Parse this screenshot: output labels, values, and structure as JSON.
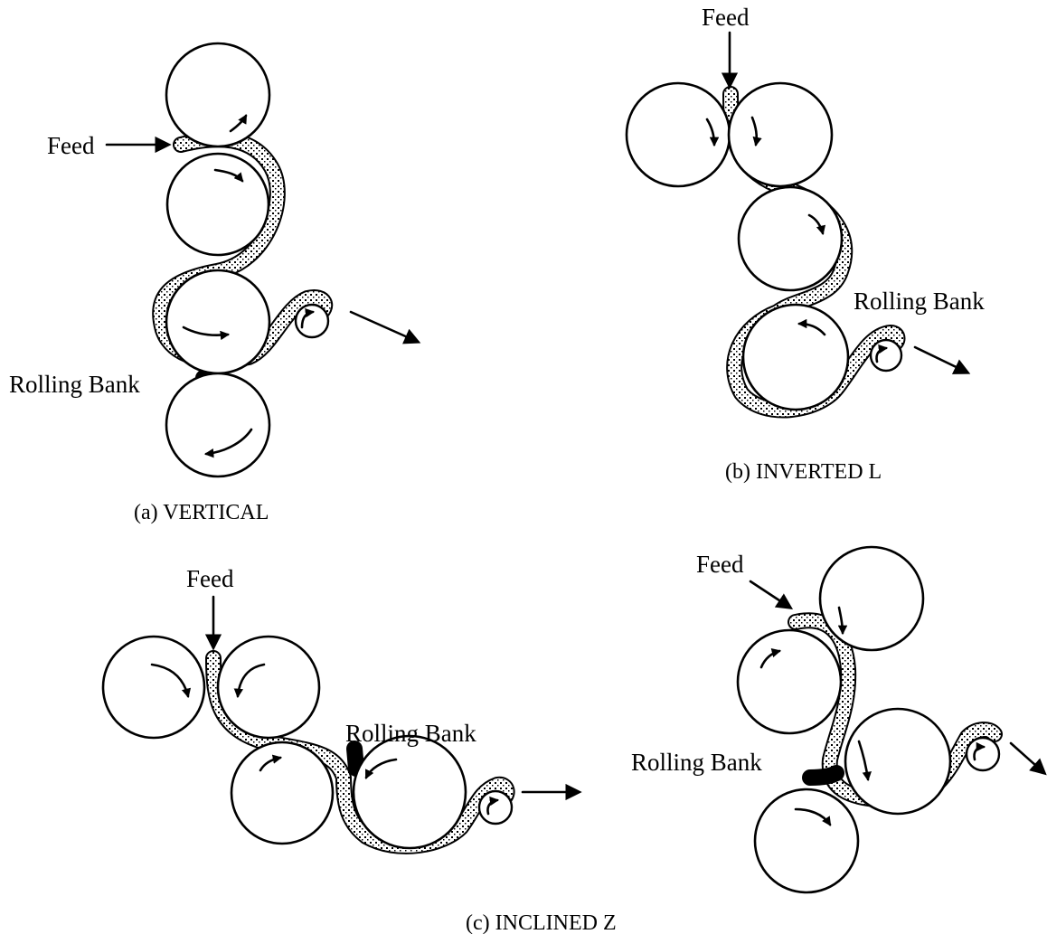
{
  "labels": {
    "feed": "Feed",
    "rolling_bank": "Rolling Bank"
  },
  "panels": {
    "a": {
      "caption": "(a) VERTICAL"
    },
    "b": {
      "caption": "(b) INVERTED L"
    },
    "c": {
      "caption": "(c) INCLINED Z"
    }
  },
  "colors": {
    "ink": "#000000",
    "background": "#ffffff"
  }
}
